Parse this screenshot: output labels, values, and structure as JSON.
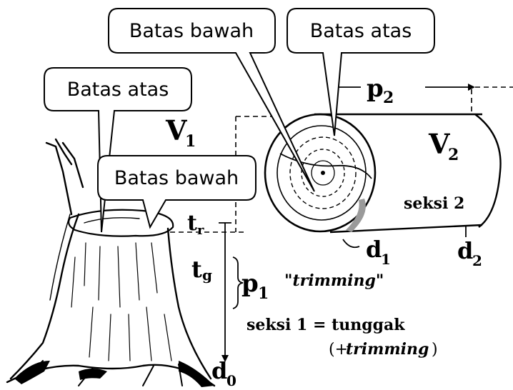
{
  "callouts": {
    "batas_bawah_top": "Batas bawah",
    "batas_atas_top": "Batas atas",
    "batas_atas_left": "Batas atas",
    "batas_bawah_left": "Batas bawah"
  },
  "labels": {
    "p2": "p",
    "p2_sub": "2",
    "v1": "V",
    "v1_sub": "1",
    "v2": "V",
    "v2_sub": "2",
    "seksi2": "seksi 2",
    "tr": "t",
    "tr_sub": "r",
    "tg": "t",
    "tg_sub": "g",
    "p1": "p",
    "p1_sub": "1",
    "d1": "d",
    "d1_sub": "1",
    "d2": "d",
    "d2_sub": "2",
    "d0": "d",
    "d0_sub": "0",
    "trimming": "\"trimming\"",
    "seksi1": "seksi 1 = tunggak",
    "plus_trimming_open": "(+",
    "plus_trimming_word": "trimming",
    "plus_trimming_close": ")"
  }
}
